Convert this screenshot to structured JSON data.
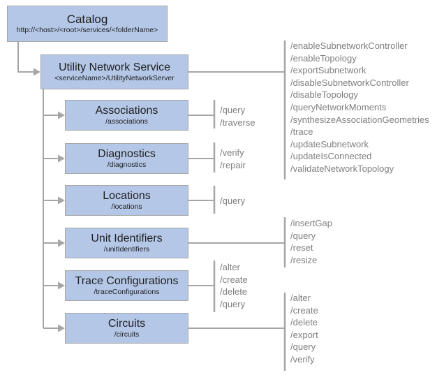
{
  "colors": {
    "background": "#ffffff",
    "box_fill": "#b4c7e7",
    "box_border": "#a6a6a6",
    "line": "#a6a6a6",
    "title_text": "#1f1f1f",
    "ops_text": "#7f7f7f"
  },
  "nodes": {
    "catalog": {
      "title": "Catalog",
      "path": "http://<host>/<root>/services/<folderName>"
    },
    "service": {
      "title": "Utility Network Service",
      "path": "<serviceName>/UtilityNetworkServer"
    },
    "associations": {
      "title": "Associations",
      "path": "/associations"
    },
    "diagnostics": {
      "title": "Diagnostics",
      "path": "/diagnostics"
    },
    "locations": {
      "title": "Locations",
      "path": "/locations"
    },
    "unit_identifiers": {
      "title": "Unit Identifiers",
      "path": "/unitIdentifiers"
    },
    "trace_configurations": {
      "title": "Trace Configurations",
      "path": "/traceConfigurations"
    },
    "circuits": {
      "title": "Circuits",
      "path": "/circuits"
    }
  },
  "operations": {
    "service": [
      "/enableSubnetworkController",
      "/enableTopology",
      "/exportSubnetwork",
      "/disableSubnetworkController",
      "/disableTopology",
      "/queryNetworkMoments",
      "/synthesizeAssociationGeometries",
      "/trace",
      "/updateSubnetwork",
      "/updateIsConnected",
      "/validateNetworkTopology"
    ],
    "associations": [
      "/query",
      "/traverse"
    ],
    "diagnostics": [
      "/verify",
      "/repair"
    ],
    "locations": [
      "/query"
    ],
    "unit_identifiers": [
      "/insertGap",
      "/query",
      "/reset",
      "/resize"
    ],
    "trace_configurations": [
      "/alter",
      "/create",
      "/delete",
      "/query"
    ],
    "circuits": [
      "/alter",
      "/create",
      "/delete",
      "/export",
      "/query",
      "/verify"
    ]
  }
}
